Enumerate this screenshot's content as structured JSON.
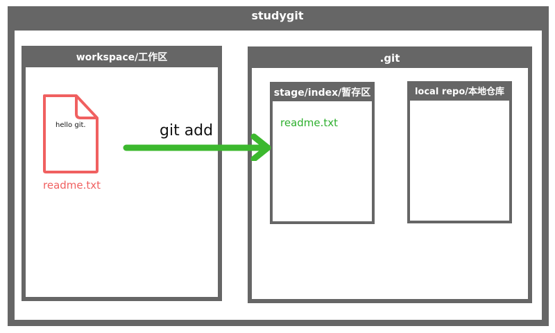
{
  "outer": {
    "title": "studygit"
  },
  "workspace": {
    "title": "workspace/工作区",
    "file": {
      "name": "readme.txt",
      "content": "hello git."
    }
  },
  "git": {
    "title": ".git",
    "stage": {
      "title": "stage/index/暂存区",
      "file": "readme.txt"
    },
    "repo": {
      "title": "local repo/本地仓库"
    }
  },
  "arrow": {
    "label": "git add"
  },
  "colors": {
    "frame": "#666666",
    "workspace_file": "#f06060",
    "staged_file": "#2eaf2e",
    "arrow": "#3cb82e"
  },
  "icons": {
    "file": "document-icon",
    "arrow": "arrow-right-icon"
  }
}
